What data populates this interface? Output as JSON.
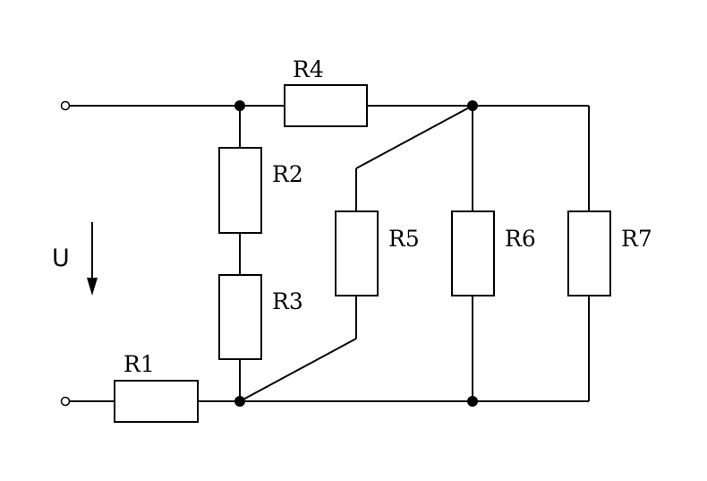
{
  "diagram": {
    "voltage_label": "U",
    "resistors": [
      {
        "id": "r1",
        "label": "R1"
      },
      {
        "id": "r2",
        "label": "R2"
      },
      {
        "id": "r3",
        "label": "R3"
      },
      {
        "id": "r4",
        "label": "R4"
      },
      {
        "id": "r5",
        "label": "R5"
      },
      {
        "id": "r6",
        "label": "R6"
      },
      {
        "id": "r7",
        "label": "R7"
      }
    ]
  }
}
